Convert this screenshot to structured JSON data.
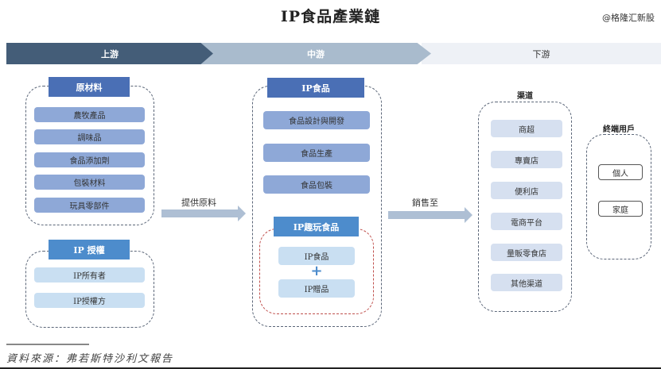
{
  "header": {
    "title": "IP食品產業鏈",
    "watermark": "@格隆汇新股"
  },
  "stages": [
    {
      "label": "上游"
    },
    {
      "label": "中游"
    },
    {
      "label": "下游"
    }
  ],
  "upstream": {
    "raw_materials": {
      "title": "原材料",
      "items": [
        "農牧產品",
        "調味品",
        "食品添加劑",
        "包裝材料",
        "玩具零部件"
      ]
    },
    "ip_license": {
      "title": "IP 授權",
      "items": [
        "IP所有者",
        "IP授權方"
      ]
    }
  },
  "arrows": {
    "supply_label": "提供原料",
    "sell_label": "銷售至"
  },
  "midstream": {
    "ip_food": {
      "title": "IP食品",
      "items": [
        "食品設計與開發",
        "食品生產",
        "食品包裝"
      ]
    },
    "ip_fun_food": {
      "title": "IP趣玩食品",
      "items": [
        "IP食品",
        "IP贈品"
      ],
      "plus": "+"
    }
  },
  "downstream": {
    "channels": {
      "title": "渠道",
      "items": [
        "商超",
        "專賣店",
        "便利店",
        "電商平台",
        "量販零食店",
        "其他渠道"
      ]
    },
    "end_users": {
      "title": "終端用戶",
      "items": [
        "個人",
        "家庭"
      ]
    }
  },
  "footer": {
    "source": "資料來源：弗若斯特沙利文報告"
  },
  "colors": {
    "upstream_stage": "#445d78",
    "midstream_stage": "#a9bbcd",
    "downstream_stage": "#eef1f6",
    "header_dark": "#4a6fb5",
    "header_bright": "#4d8ccc",
    "item_blue": "#8ea8d7",
    "item_light": "#c9dff2",
    "red_dash": "#c0504d"
  }
}
